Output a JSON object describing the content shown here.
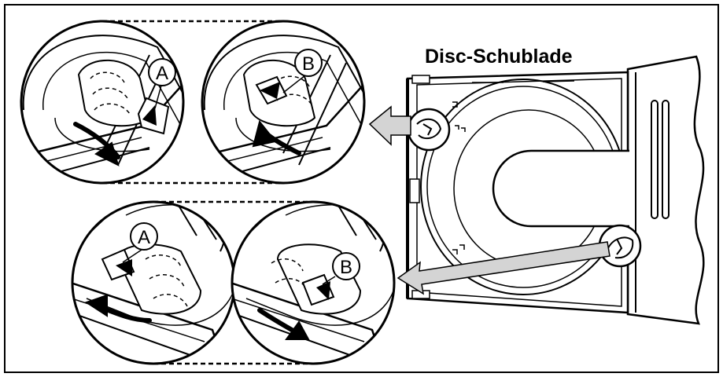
{
  "title": "Disc-Schublade",
  "callouts": {
    "a_top": "A",
    "b_top": "B",
    "a_bottom": "A",
    "b_bottom": "B"
  },
  "colors": {
    "stroke": "#000000",
    "arrow_fill": "#d4d4d4",
    "background": "#ffffff"
  }
}
